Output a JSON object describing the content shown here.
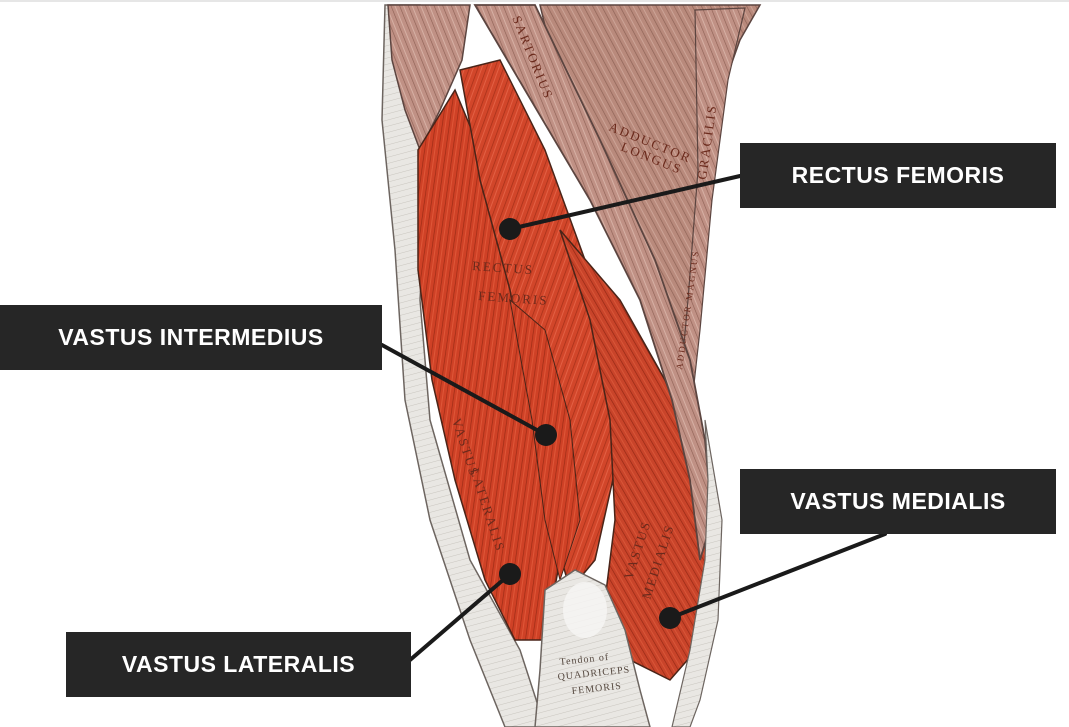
{
  "labels": {
    "rectus_femoris": "RECTUS FEMORIS",
    "vastus_intermedius": "VASTUS INTERMEDIUS",
    "vastus_medialis": "VASTUS MEDIALIS",
    "vastus_lateralis": "VASTUS LATERALIS"
  },
  "illustration_text": {
    "sartorius": "SARTORIUS",
    "adductor": "ADDUCTOR",
    "longus": "LONGUS",
    "gracilis": "GRACILIS",
    "rectus": "RECTUS",
    "femoris": "FEMORIS",
    "vastus_lat_1": "VASTUS",
    "vastus_lat_2": "LATERALIS",
    "vastus_med_1": "VASTUS",
    "vastus_med_2": "MEDIALIS",
    "adductor_magnus": "ADDUCTOR MAGNUS",
    "tendon_1": "Tendon of",
    "tendon_2": "QUADRICEPS",
    "tendon_3": "FEMORIS"
  },
  "colors": {
    "background": "#ffffff",
    "label_bg": "#262626",
    "label_text": "#ffffff",
    "quad_muscle": "#d2462a",
    "adductor_muscle": "#b98a7c",
    "tendon": "#eceae6",
    "leader_line": "#1a1a1a"
  }
}
